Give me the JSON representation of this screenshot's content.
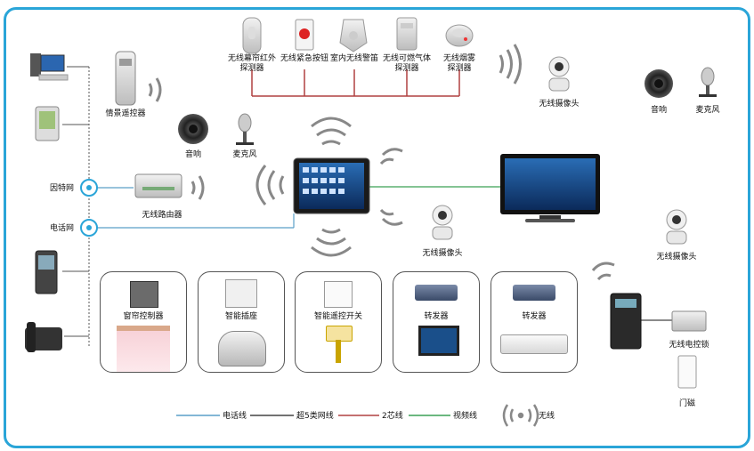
{
  "devices": {
    "detectors": [
      "无线幕帘红外\n探测器",
      "无线紧急按钮",
      "室内无线警笛",
      "无线可燃气体\n探测器",
      "无线烟雾\n探测器"
    ],
    "scene_remote": "情景遥控器",
    "speaker_left": "音响",
    "mic_left": "麦克风",
    "router": "无线路由器",
    "internet": "因特网",
    "phone_net": "电话网",
    "camera_top": "无线摄像头",
    "speaker_right": "音响",
    "mic_right": "麦克风",
    "camera_center": "无线摄像头",
    "camera_right": "无线摄像头",
    "lock": "无线电控锁",
    "door_sensor": "门磁"
  },
  "cards": [
    {
      "label": "窗帘控制器"
    },
    {
      "label": "智能插座"
    },
    {
      "label": "智能遥控开关"
    },
    {
      "label": "转发器"
    },
    {
      "label": "转发器"
    }
  ],
  "legend": {
    "phone_line": "电话线",
    "cat5": "超5类网线",
    "two_core": "2芯线",
    "video": "视频线",
    "wireless": "无线"
  },
  "colors": {
    "frame": "#2aa5d8",
    "phone_line": "#5a9fc8",
    "cat5": "#444444",
    "two_core": "#b04040",
    "video": "#3aa055"
  }
}
